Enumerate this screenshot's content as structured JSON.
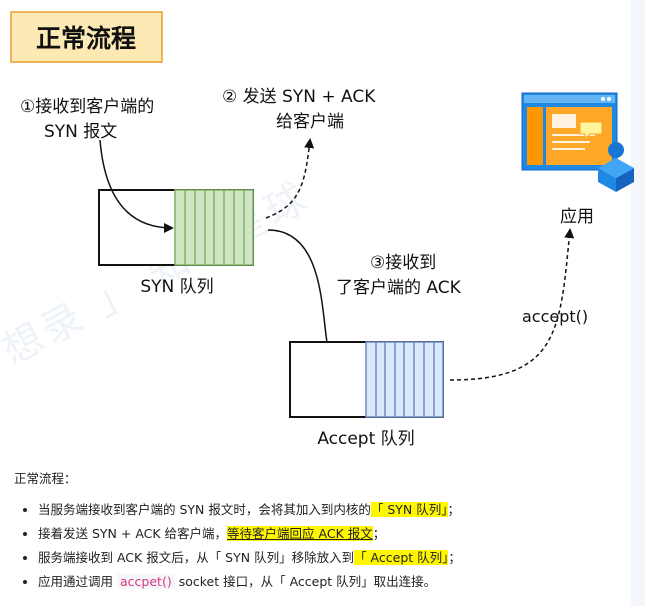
{
  "diagram": {
    "title": "正常流程",
    "step1": [
      "①接收到客户端的",
      "SYN 报文"
    ],
    "step2": [
      "② 发送 SYN + ACK",
      "给客户端"
    ],
    "step3": [
      "③接收到",
      "了客户端的 ACK"
    ],
    "syn_queue_label": "SYN 队列",
    "accept_queue_label": "Accept 队列",
    "app_label": "应用",
    "accept_call": "accept()",
    "colors": {
      "title_bg": "#fde9b4",
      "title_border": "#e6a02e",
      "syn_fill": "#cfe5c4",
      "syn_stroke": "#82b366",
      "accept_fill": "#dae8fc",
      "accept_stroke": "#6c8ebf"
    },
    "icons": [
      "application-window-icon",
      "user-icon"
    ]
  },
  "notes": {
    "heading": "正常流程：",
    "items": [
      {
        "a": "当服务端接收到客户端的 SYN 报文时，会将其加入到内核的",
        "hl": "「 SYN 队列」",
        "b": "；"
      },
      {
        "a": "接着发送 SYN + ACK 给客户端，",
        "hl": "等待客户端回应 ACK 报文",
        "b": "；"
      },
      {
        "a": "服务端接收到 ACK 报文后，从「 SYN 队列」移除放入到",
        "hl": "「 Accept 队列」",
        "b": "；"
      },
      {
        "a": "应用通过调用",
        "code": "accpet()",
        "b": "socket 接口，从「 Accept 队列」取出连接。"
      }
    ]
  }
}
